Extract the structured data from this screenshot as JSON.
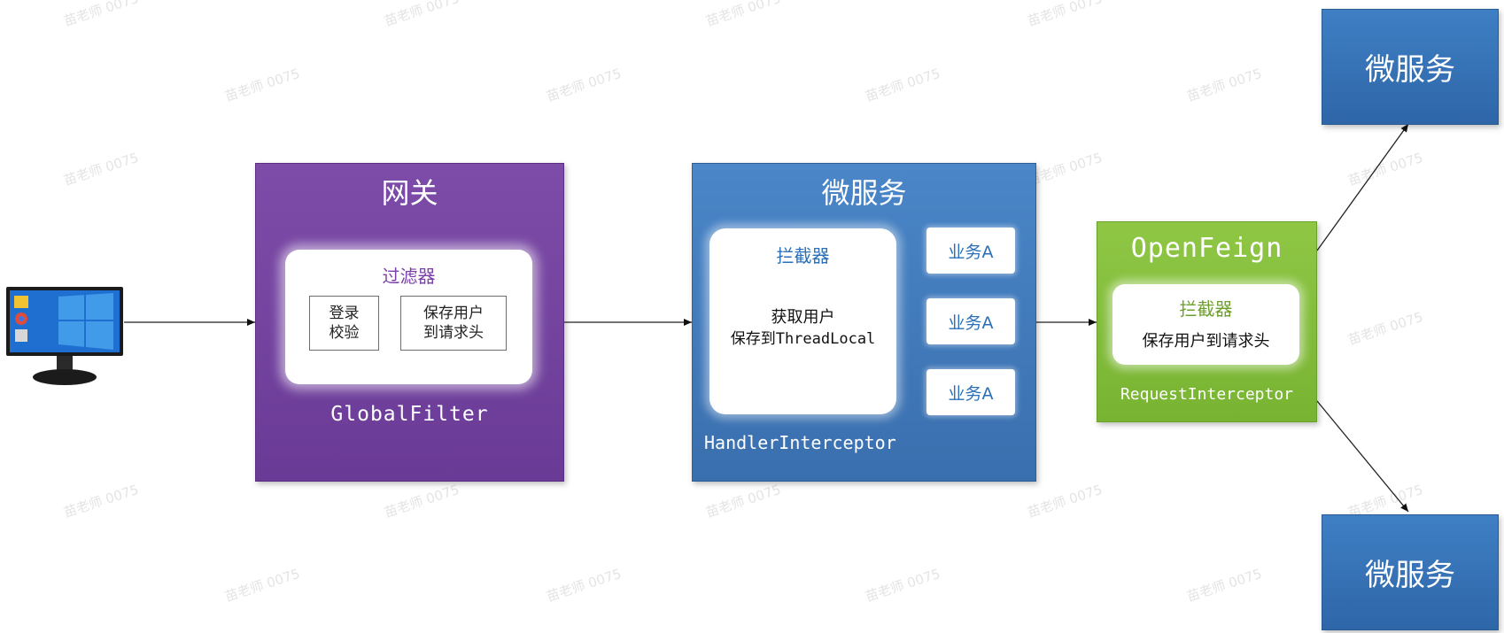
{
  "watermark": "苗老师 0075",
  "gateway": {
    "title": "网关",
    "filter_title": "过滤器",
    "box_login": [
      "登录",
      "校验"
    ],
    "box_save": [
      "保存用户",
      "到请求头"
    ],
    "footer": "GlobalFilter"
  },
  "microservice": {
    "title": "微服务",
    "interceptor_title": "拦截器",
    "interceptor_lines": [
      "获取用户",
      "保存到ThreadLocal"
    ],
    "business": [
      "业务A",
      "业务A",
      "业务A"
    ],
    "footer": "HandlerInterceptor"
  },
  "feign": {
    "title": "OpenFeign",
    "interceptor_title": "拦截器",
    "interceptor_text": "保存用户到请求头",
    "footer": "RequestInterceptor"
  },
  "services": {
    "top": "微服务",
    "bottom": "微服务"
  },
  "colors": {
    "gateway": "#7d4ca8",
    "microservice": "#4a86c8",
    "feign": "#8fc745",
    "service": "#3f7fc4"
  }
}
